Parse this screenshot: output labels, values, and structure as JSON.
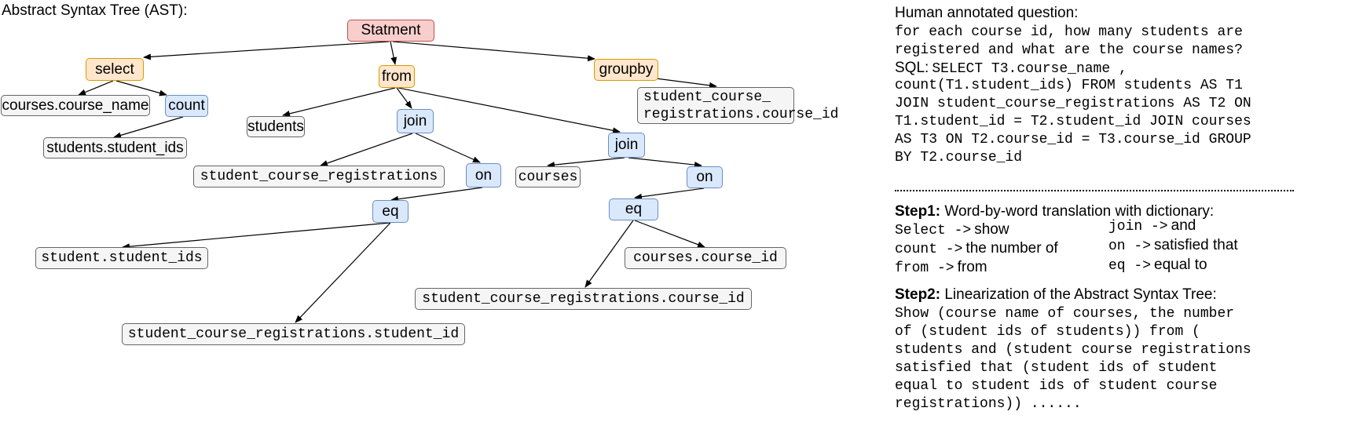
{
  "ast": {
    "title": "Abstract Syntax Tree (AST):",
    "nodes": {
      "statement": "Statment",
      "select": "select",
      "from": "from",
      "groupby": "groupby",
      "course_name": "courses.course_name",
      "count": "count",
      "student_ids": "students.student_ids",
      "students": "students",
      "join1": "join",
      "groupby_col_line1": "student_course_",
      "groupby_col_line2": "registrations.course_id",
      "join2": "join",
      "scr": "student_course_registrations",
      "on1": "on",
      "courses": "courses",
      "on2": "on",
      "eq1": "eq",
      "eq2": "eq",
      "student_student_ids": "student.student_ids",
      "courses_course_id": "courses.course_id",
      "scr_course_id": "student_course_registrations.course_id",
      "scr_student_id": "student_course_registrations.student_id"
    }
  },
  "question": {
    "label": "Human annotated question:",
    "lines": [
      "for each course id, how many students are",
      "registered and what are the course names?"
    ]
  },
  "sql": {
    "label": "SQL:",
    "first": "SELECT T3.course_name ,",
    "lines": [
      "count(T1.student_ids) FROM students AS T1",
      "JOIN student_course_registrations AS T2 ON",
      "T1.student_id = T2.student_id JOIN courses",
      "AS T3 ON T2.course_id = T3.course_id GROUP",
      "BY T2.course_id"
    ]
  },
  "step1": {
    "label": "Step1:",
    "text": "Word-by-word translation with dictionary:",
    "dict_left": [
      {
        "src": "Select ->",
        "dst": "show"
      },
      {
        "src": "count ->",
        "dst": "the number of"
      },
      {
        "src": "from ->",
        "dst": "from"
      }
    ],
    "dict_right": [
      {
        "src": "join ->",
        "dst": "and"
      },
      {
        "src": "on ->",
        "dst": "satisfied that"
      },
      {
        "src": "eq ->",
        "dst": "equal to"
      }
    ]
  },
  "step2": {
    "label": "Step2:",
    "text": "Linearization of the Abstract Syntax Tree:",
    "lines": [
      "Show (course name of courses, the number",
      "of (student ids of students)) from (",
      "students and (student course registrations",
      "satisfied that (student ids of student",
      "equal to student ids of student course",
      "registrations)) ......"
    ]
  }
}
